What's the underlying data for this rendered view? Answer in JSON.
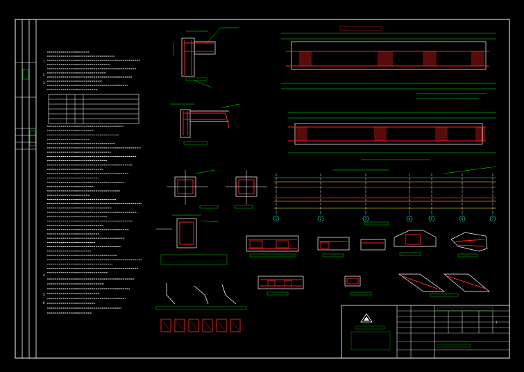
{
  "colors": {
    "background": "#000000",
    "border": "#ffffff",
    "dimension": "#00ff00",
    "rebar": "#ff2020",
    "annotation": "#ffff00",
    "section": "#00ffff",
    "outline": "#ffffff",
    "logo": "#ffffff",
    "title_text": "#00ff00"
  },
  "icons": {
    "logo": "company-logo-icon"
  },
  "notes": {
    "heading": "",
    "subheading": "",
    "section_numbers": [
      "1",
      "2",
      "3",
      "4",
      "5",
      "6"
    ]
  },
  "axis_labels": [
    "1",
    "2",
    "3",
    "4",
    "5",
    "6",
    "7"
  ],
  "title_block": {
    "sheet_number": "1"
  }
}
